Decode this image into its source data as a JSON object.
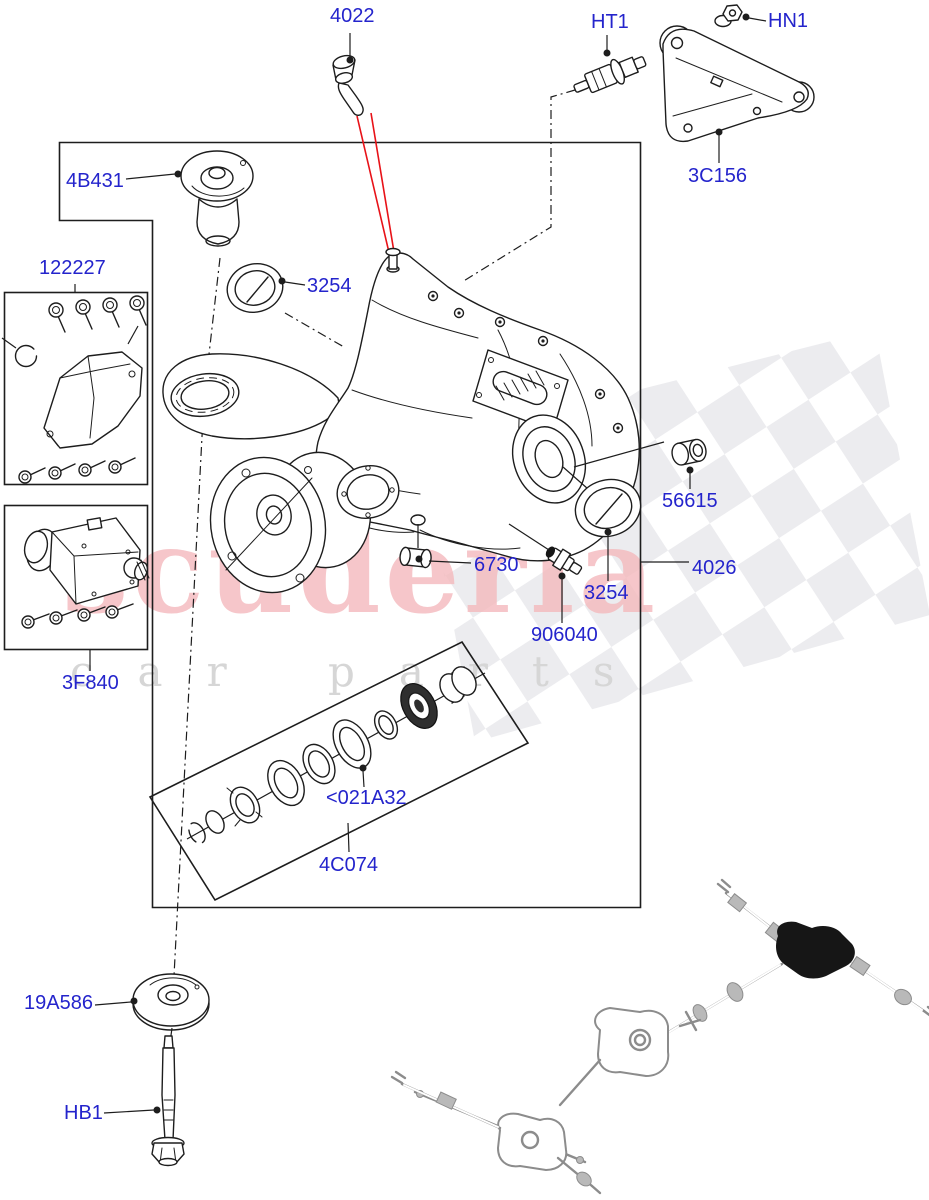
{
  "diagram": {
    "watermark": {
      "title": "scuderia",
      "subtitle": "car parts"
    },
    "parts": [
      {
        "id": "4022"
      },
      {
        "id": "HT1"
      },
      {
        "id": "HN1"
      },
      {
        "id": "4B431"
      },
      {
        "id": "3C156"
      },
      {
        "id": "122227"
      },
      {
        "id": "3254"
      },
      {
        "id": "56615"
      },
      {
        "id": "6730"
      },
      {
        "id": "4026"
      },
      {
        "id": "3254"
      },
      {
        "id": "906040"
      },
      {
        "id": "3F840"
      },
      {
        "id": "<021A32"
      },
      {
        "id": "4C074"
      },
      {
        "id": "19A586"
      },
      {
        "id": "HB1"
      }
    ],
    "colors": {
      "background": "#ffffff",
      "label-blue": "#2424cc",
      "line-black": "#1d1d1d",
      "highlight-red": "#e81218",
      "watermark-pink": "#f4b9bd",
      "watermark-gray": "#d6d6d6",
      "checker-gray": "#e4e4e9",
      "locator-gray": "#8c8c8c"
    }
  }
}
